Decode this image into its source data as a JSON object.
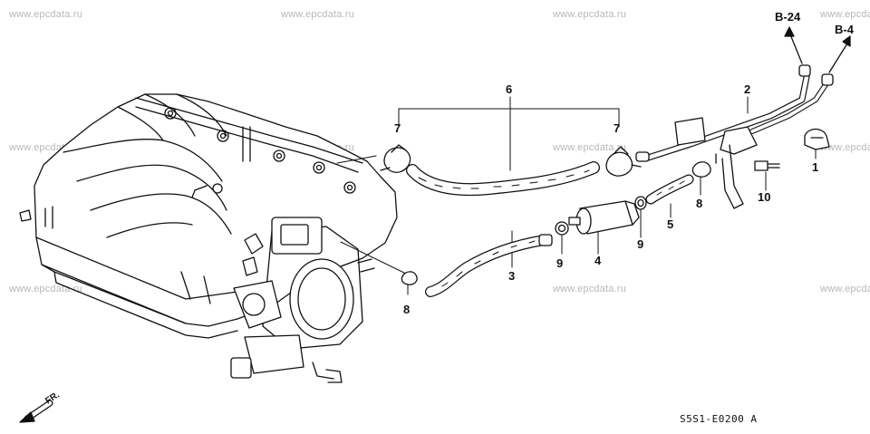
{
  "watermark": "www.epcdata.ru",
  "refs": {
    "b24": "B-24",
    "b4": "B-4"
  },
  "parts": {
    "p1": "1",
    "p2": "2",
    "p3": "3",
    "p4": "4",
    "p5": "5",
    "p6": "6",
    "p7a": "7",
    "p7b": "7",
    "p8a": "8",
    "p8b": "8",
    "p9a": "9",
    "p9b": "9",
    "p10": "10"
  },
  "front_label": "FR.",
  "diagram_code": "S5S1-E0200 A"
}
